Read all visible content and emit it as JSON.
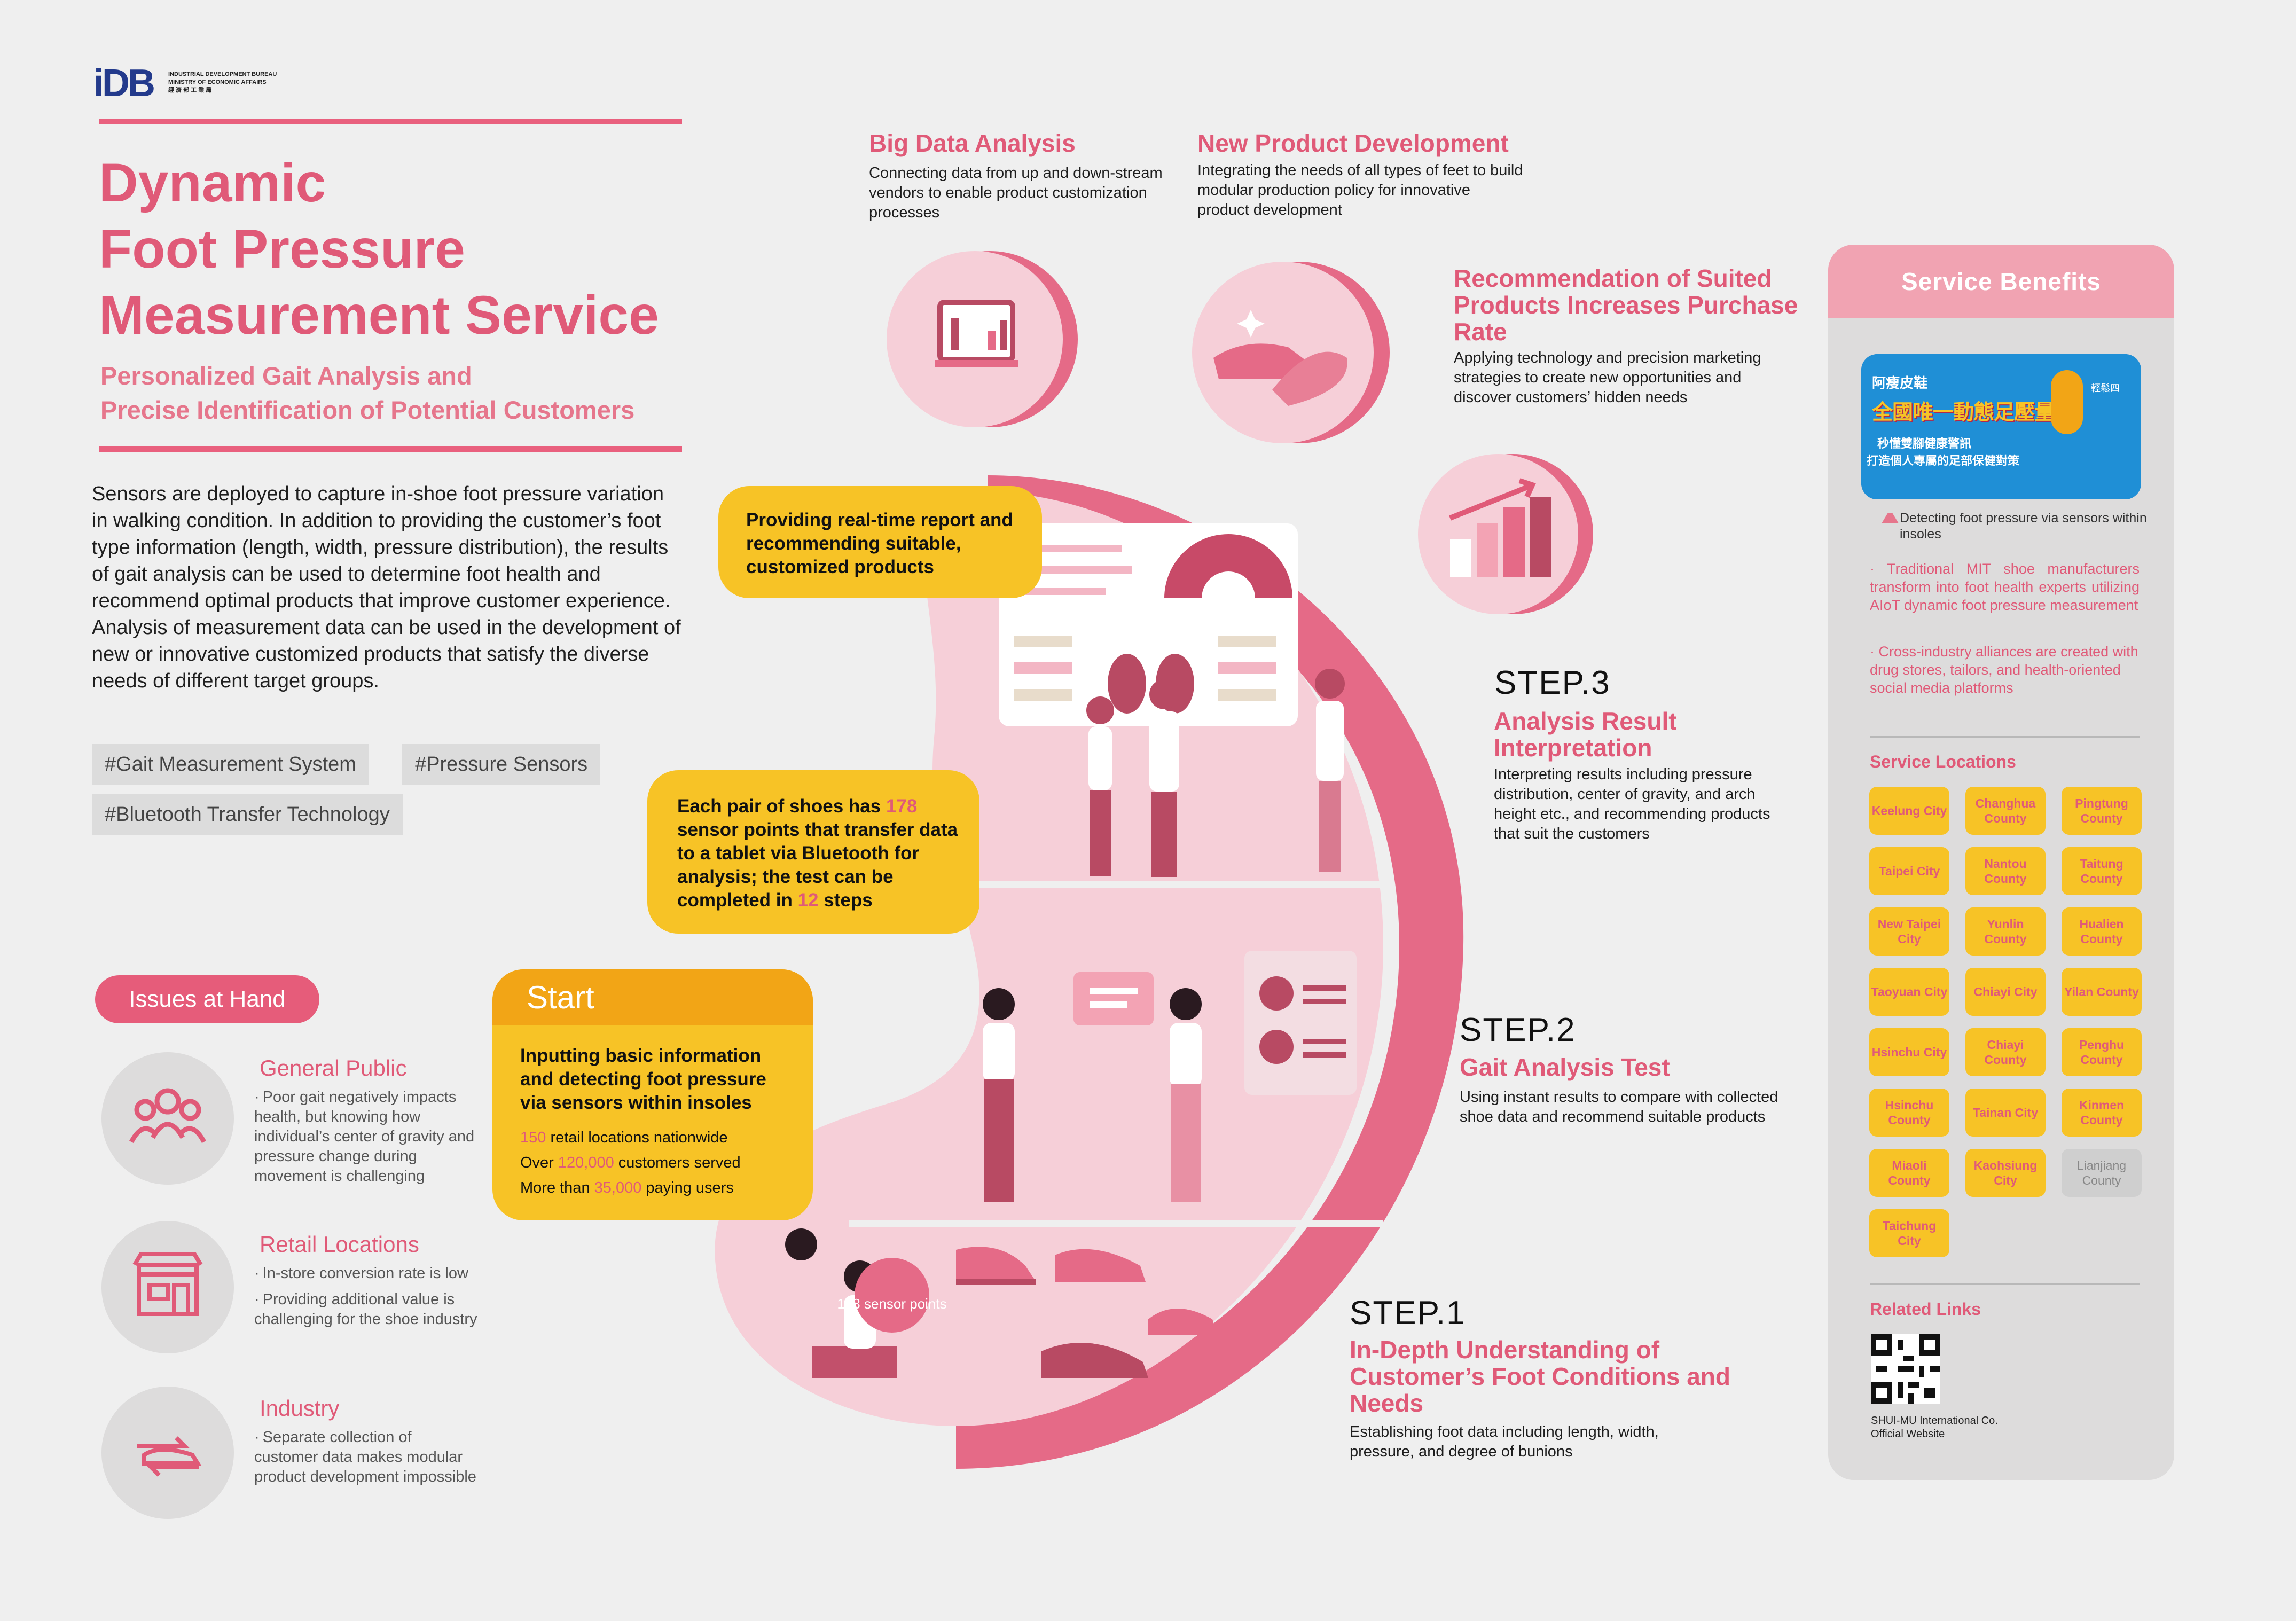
{
  "header": {
    "logo_mark": "iDB",
    "bureau_name": "INDUSTRIAL DEVELOPMENT BUREAU\nMINISTRY OF ECONOMIC AFFAIRS\n經 濟 部 工 業 局"
  },
  "title": "Dynamic Foot Pressure Measurement Service",
  "subtitle": "Personalized Gait Analysis and Precise Identification of Potential Customers",
  "intro": "Sensors are deployed to capture in-shoe foot pressure variation in walking condition. In addition to providing the customer’s foot type information (length, width, pressure distribution), the results of gait analysis can be used to determine foot health and recommend optimal products that improve customer experience. Analysis of measurement data can be used in the development of new or innovative customized products that satisfy the diverse needs of different target groups.",
  "tags": [
    "#Gait Measurement System",
    "#Pressure Sensors",
    "#Bluetooth Transfer Technology"
  ],
  "issues": {
    "heading": "Issues at Hand",
    "items": [
      {
        "icon": "people-icon",
        "title": "General Public",
        "points": [
          "Poor gait negatively impacts health, but knowing how individual’s center of gravity and pressure change during movement is challenging"
        ]
      },
      {
        "icon": "storefront-icon",
        "title": "Retail Locations",
        "points": [
          "In-store conversion rate is low",
          "Providing additional value is challenging for the shoe industry"
        ]
      },
      {
        "icon": "shoe-exchange-icon",
        "title": "Industry",
        "points": [
          "Separate collection of customer data makes modular product development impossible"
        ]
      }
    ]
  },
  "top_features": [
    {
      "icon": "laptop-chart-icon",
      "title": "Big Data Analysis",
      "text": "Connecting data from up and down-stream vendors to enable product customization processes"
    },
    {
      "icon": "shoe-insole-icon",
      "title": "New Product Development",
      "text": "Integrating the needs of all types of feet to build modular production policy for innovative product development"
    },
    {
      "icon": "growth-chart-icon",
      "title": "Recommendation of Suited Products Increases Purchase Rate",
      "text": "Applying technology and precision marketing strategies to create new opportunities and discover customers’ hidden needs"
    }
  ],
  "bubbles": {
    "report": "Providing real-time report and recommending suitable, customized products",
    "sensors_parts": [
      "Each pair of shoes has ",
      "178",
      " sensor points that transfer data to a tablet via Bluetooth for analysis; the test can be completed in ",
      "12",
      " steps"
    ],
    "start": {
      "label": "Start",
      "heading": "Inputting basic information and detecting foot pressure via sensors within insoles",
      "stats": [
        {
          "value": "150",
          "text": " retail locations nationwide"
        },
        {
          "prefix": "Over ",
          "value": "120,000",
          "text": " customers served"
        },
        {
          "prefix": "More than ",
          "value": "35,000",
          "text": " paying users"
        }
      ]
    }
  },
  "sensor_badge": "178 sensor points",
  "steps": [
    {
      "label": "STEP.3",
      "title": "Analysis Result Interpretation",
      "text": "Interpreting results including pressure distribution, center of gravity, and arch height etc., and recommending products that suit the customers"
    },
    {
      "label": "STEP.2",
      "title": "Gait Analysis Test",
      "text": "Using instant results to compare with collected shoe data and recommend suitable products"
    },
    {
      "label": "STEP.1",
      "title": "In-Depth Understanding of Customer’s Foot Conditions and Needs",
      "text": "Establishing foot data including length, width, pressure, and degree of bunions"
    }
  ],
  "benefits": {
    "heading": "Service Benefits",
    "ad": {
      "brand": "阿瘦皮鞋",
      "headline": "全國唯一動態足壓量測",
      "line1": "秒懂雙腳健康警訊",
      "line2": "打造個人專屬的足部保健對策",
      "tag": "輕鬆四"
    },
    "caption": "Detecting foot pressure via sensors within insoles",
    "points": [
      "Traditional MIT shoe manufacturers transform into foot health experts utilizing AIoT dynamic foot pressure measurement",
      "Cross-industry alliances are created with drug stores, tailors, and health-oriented social media platforms"
    ],
    "locations_heading": "Service Locations",
    "locations": [
      {
        "name": "Keelung City",
        "active": true
      },
      {
        "name": "Changhua County",
        "active": true
      },
      {
        "name": "Pingtung County",
        "active": true
      },
      {
        "name": "Taipei City",
        "active": true
      },
      {
        "name": "Nantou County",
        "active": true
      },
      {
        "name": "Taitung County",
        "active": true
      },
      {
        "name": "New Taipei City",
        "active": true
      },
      {
        "name": "Yunlin County",
        "active": true
      },
      {
        "name": "Hualien County",
        "active": true
      },
      {
        "name": "Taoyuan City",
        "active": true
      },
      {
        "name": "Chiayi City",
        "active": true
      },
      {
        "name": "Yilan County",
        "active": true
      },
      {
        "name": "Hsinchu City",
        "active": true
      },
      {
        "name": "Chiayi County",
        "active": true
      },
      {
        "name": "Penghu County",
        "active": true
      },
      {
        "name": "Hsinchu County",
        "active": true
      },
      {
        "name": "Tainan City",
        "active": true
      },
      {
        "name": "Kinmen County",
        "active": true
      },
      {
        "name": "Miaoli County",
        "active": true
      },
      {
        "name": "Kaohsiung City",
        "active": true
      },
      {
        "name": "Lianjiang County",
        "active": false
      },
      {
        "name": "Taichung City",
        "active": true
      }
    ],
    "links_heading": "Related Links",
    "link_label": "SHUI-MU International Co. Official Website"
  },
  "colors": {
    "accent": "#e05a78",
    "accent_light": "#f1a3b2",
    "yellow": "#f7c326",
    "orange": "#f2a516",
    "shape_pink": "#f6cfd8",
    "shape_dark": "#e56a87"
  }
}
